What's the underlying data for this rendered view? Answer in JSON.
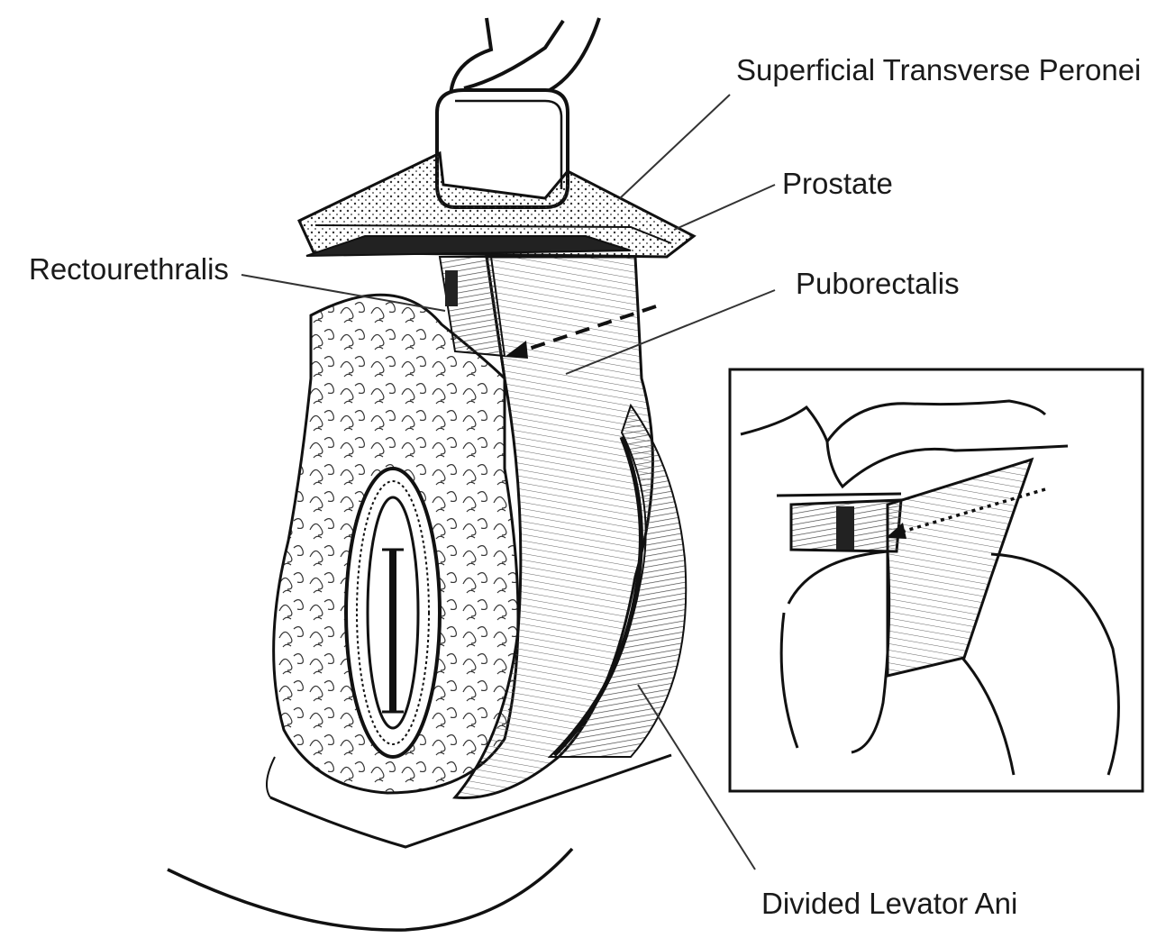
{
  "labels": {
    "superficial_transverse": "Superficial Transverse Peronei",
    "prostate": "Prostate",
    "rectourethralis": "Rectourethralis",
    "puborectalis": "Puborectalis",
    "divided_levator_ani": "Divided Levator Ani"
  },
  "colors": {
    "ink": "#1a1a1a",
    "background": "#ffffff",
    "hatch": "#555555"
  }
}
